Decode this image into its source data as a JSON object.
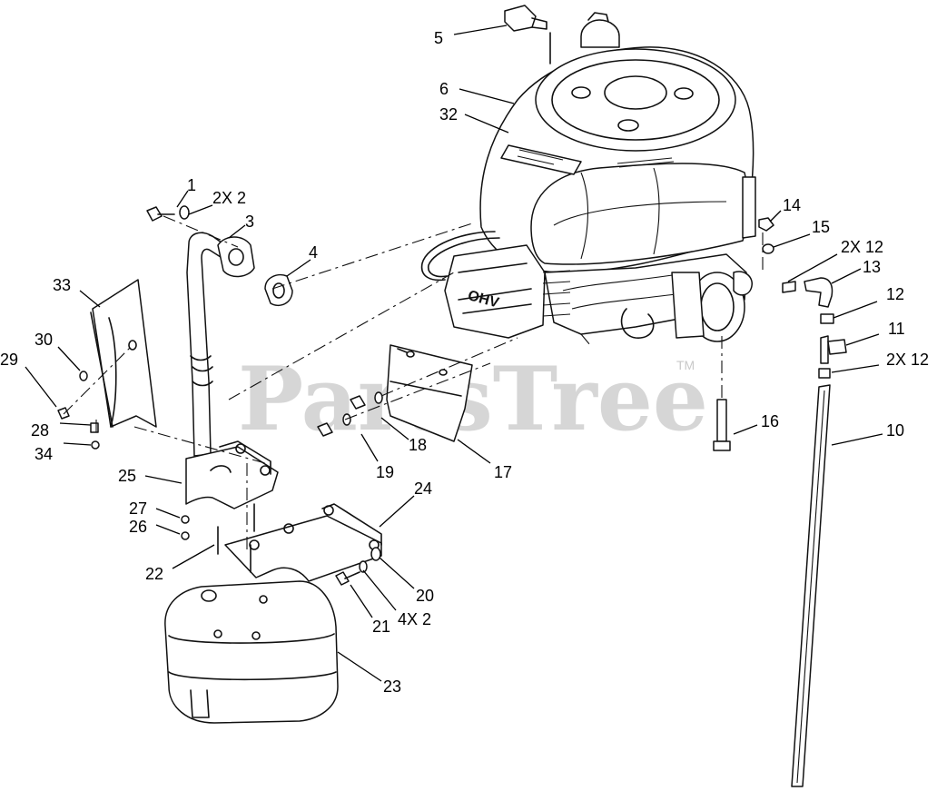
{
  "watermark": {
    "text": "PartsTree",
    "trademark": "TM"
  },
  "callouts": {
    "c1": "1",
    "c2x2a": "2X 2",
    "c3": "3",
    "c4": "4",
    "c5": "5",
    "c6": "6",
    "c32": "32",
    "c33": "33",
    "c30": "30",
    "c29": "29",
    "c28": "28",
    "c34": "34",
    "c25": "25",
    "c27": "27",
    "c26": "26",
    "c22": "22",
    "c24": "24",
    "c20": "20",
    "c4x2": "4X 2",
    "c21": "21",
    "c23": "23",
    "c19": "19",
    "c18": "18",
    "c17": "17",
    "c16": "16",
    "c14": "14",
    "c15": "15",
    "c2x12a": "2X 12",
    "c13": "13",
    "c12": "12",
    "c11": "11",
    "c2x12b": "2X 12",
    "c10": "10"
  }
}
